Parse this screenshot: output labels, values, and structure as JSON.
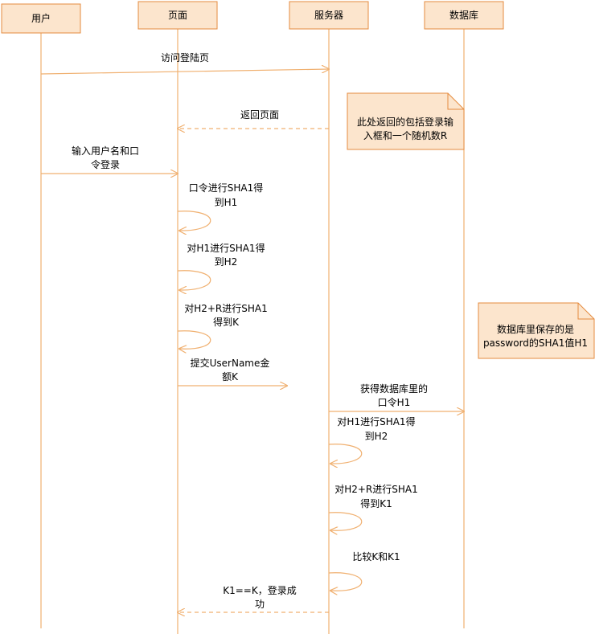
{
  "participants": [
    "用户",
    "页面",
    "服务器",
    "数据库"
  ],
  "messages": [
    {
      "label": [
        "访问登陆页"
      ]
    },
    {
      "label": [
        "返回页面"
      ]
    },
    {
      "label": [
        "输入用户名和口",
        "令登录"
      ]
    },
    {
      "label": [
        "口令进行SHA1得",
        "到H1"
      ]
    },
    {
      "label": [
        "对H1进行SHA1得",
        "到H2"
      ]
    },
    {
      "label": [
        "对H2+R进行SHA1",
        "得到K"
      ]
    },
    {
      "label": [
        "提交UserName金",
        "额K"
      ]
    },
    {
      "label": [
        "获得数据库里的",
        "口令H1"
      ]
    },
    {
      "label": [
        "对H1进行SHA1得",
        "到H2"
      ]
    },
    {
      "label": [
        "对H2+R进行SHA1",
        "得到K1"
      ]
    },
    {
      "label": [
        "比较K和K1"
      ]
    },
    {
      "label": [
        "K1==K，登录成",
        "功"
      ]
    }
  ],
  "notes": [
    {
      "lines": [
        "此处返回的包括登录输",
        "入框和一个随机数R"
      ]
    },
    {
      "lines": [
        "数据库里保存的是",
        "password的SHA1值H1"
      ]
    }
  ],
  "colors": {
    "box_fill": "#fce5cd",
    "box_stroke": "#e58b3f",
    "line": "#f0b070"
  }
}
